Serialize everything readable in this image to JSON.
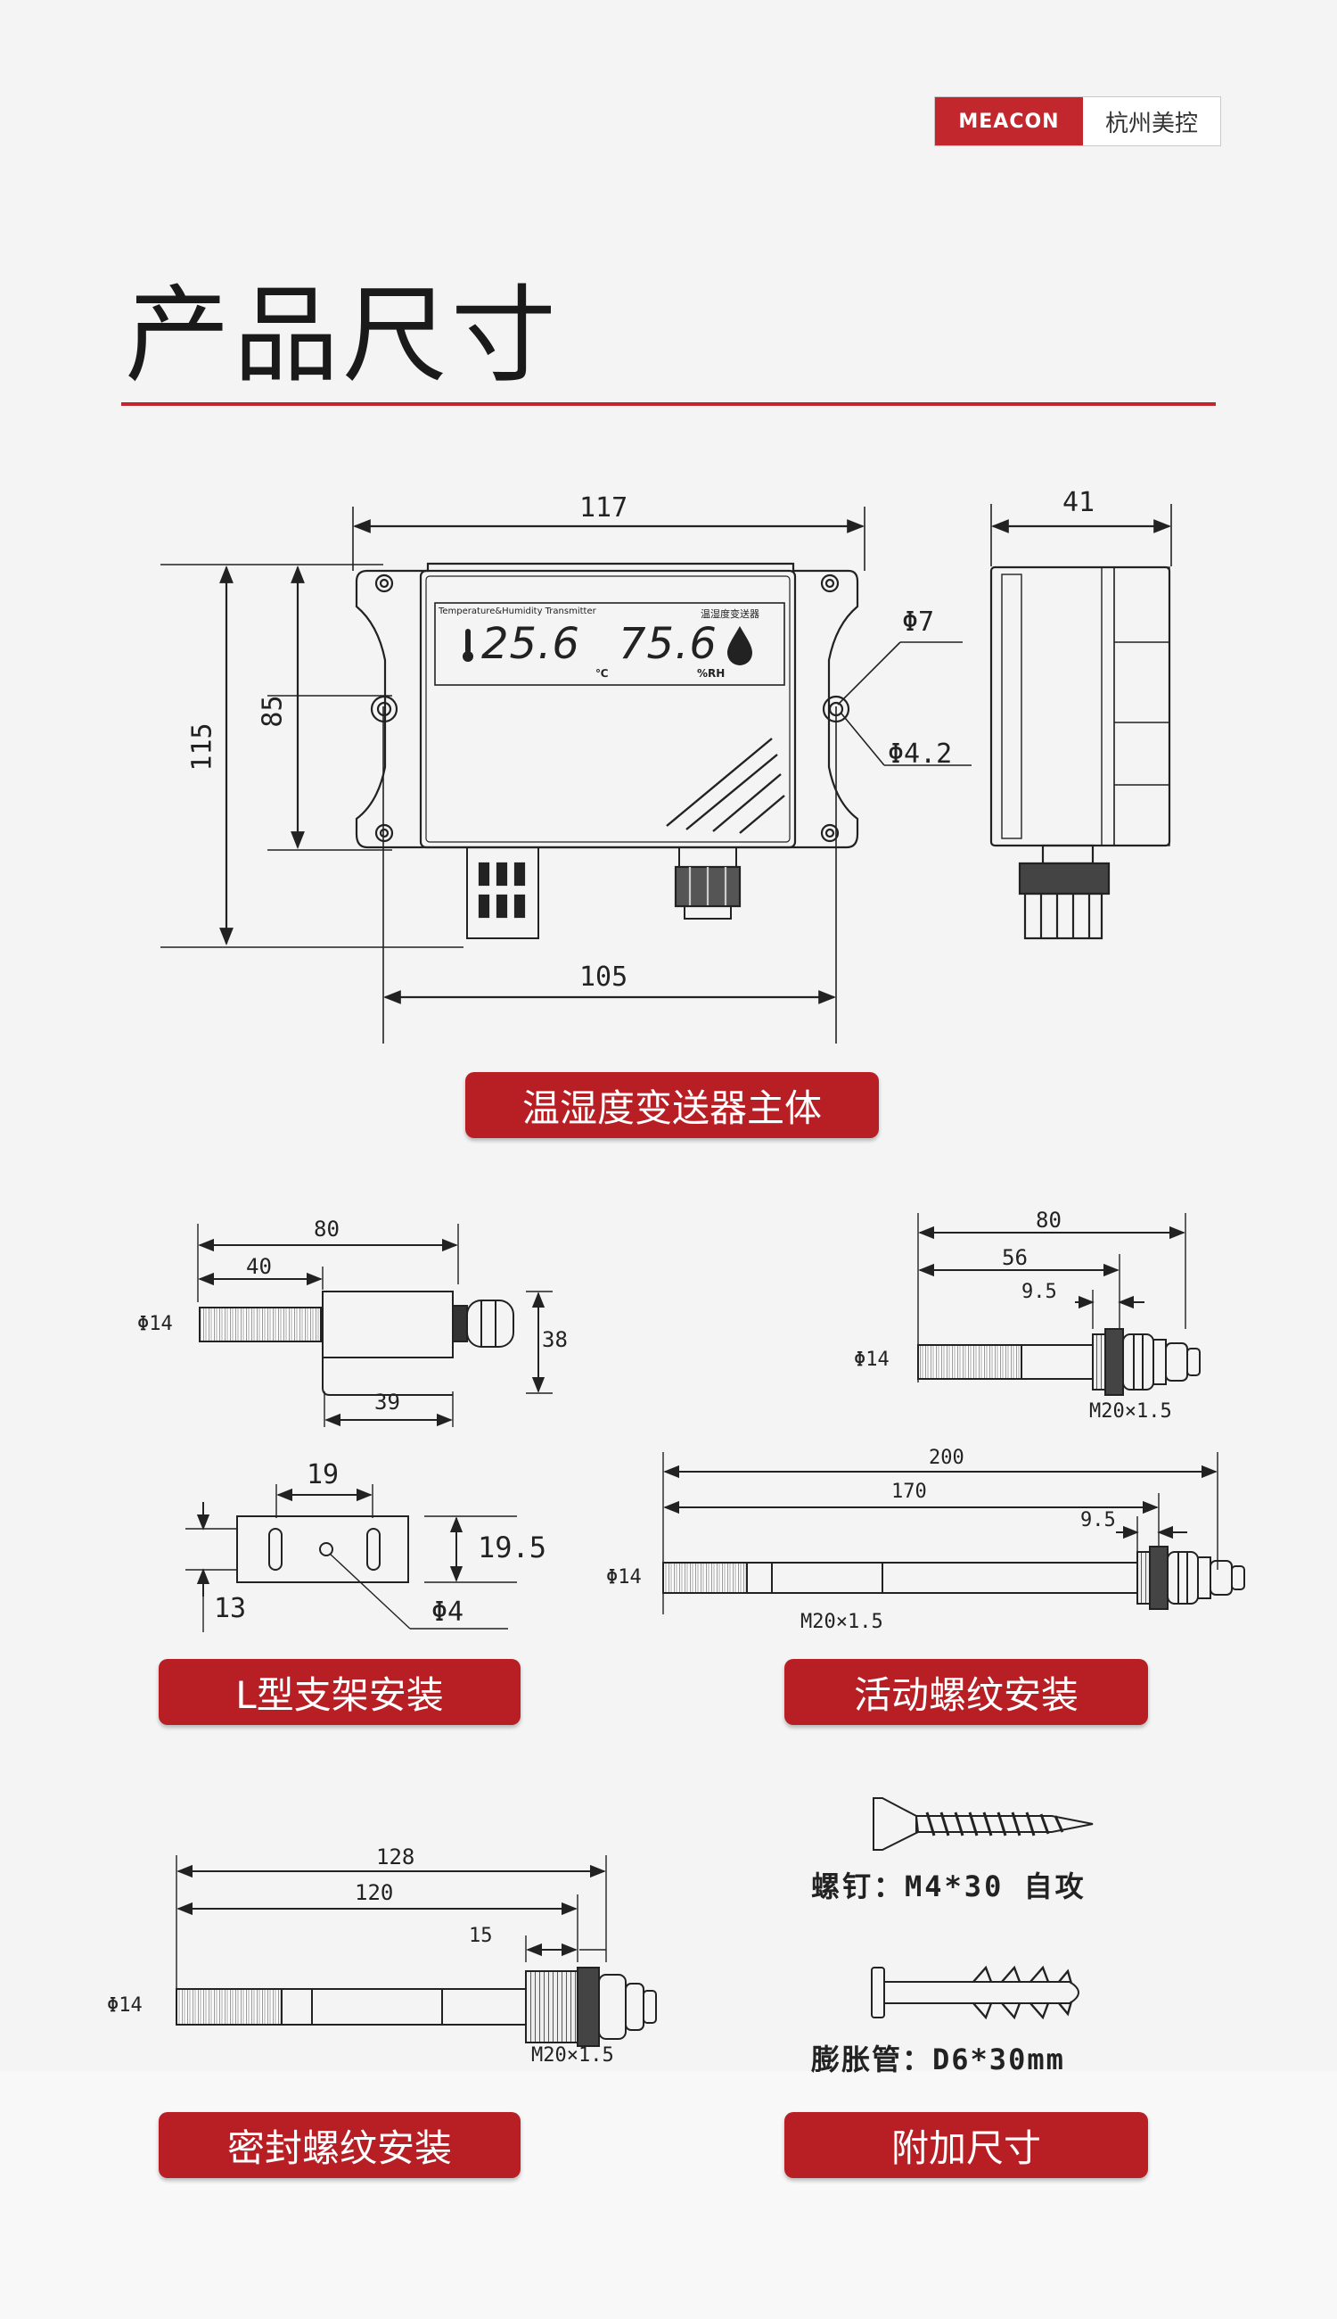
{
  "logo": {
    "brand": "MEACON",
    "name": "杭州美控"
  },
  "page": {
    "title": "产品尺寸"
  },
  "main_body": {
    "label": "温湿度变送器主体",
    "dims": {
      "width": "117",
      "height_outer": "115",
      "height_inner": "85",
      "hole_spacing": "105",
      "depth": "41",
      "hole_outer": "Φ7",
      "hole_inner": "Φ4.2"
    },
    "display": {
      "header": "Temperature&Humidity Transmitter",
      "header_cn": "温湿度变送器",
      "temp": "25.6",
      "temp_unit": "℃",
      "hum": "75.6",
      "hum_unit": "%RH"
    }
  },
  "l_bracket": {
    "label": "L型支架安装",
    "dims": {
      "total": "80",
      "probe": "40",
      "height": "38",
      "base": "39",
      "dia": "Φ14"
    }
  },
  "bracket_plate": {
    "dims": {
      "spacing": "19",
      "height": "19.5",
      "left": "13",
      "hole": "Φ4"
    }
  },
  "movable_thread_short": {
    "dims": {
      "total": "80",
      "mid": "56",
      "thread": "9.5",
      "dia": "Φ14",
      "spec": "M20×1.5"
    }
  },
  "movable_thread_long": {
    "label": "活动螺纹安装",
    "dims": {
      "total": "200",
      "mid": "170",
      "thread": "9.5",
      "dia": "Φ14",
      "spec": "M20×1.5"
    }
  },
  "sealed_thread": {
    "label": "密封螺纹安装",
    "dims": {
      "total": "128",
      "mid": "120",
      "thread": "15",
      "dia": "Φ14",
      "spec": "M20×1.5"
    }
  },
  "accessories": {
    "label": "附加尺寸",
    "screw": "螺钉：M4*30 自攻",
    "anchor": "膨胀管：D6*30mm"
  }
}
